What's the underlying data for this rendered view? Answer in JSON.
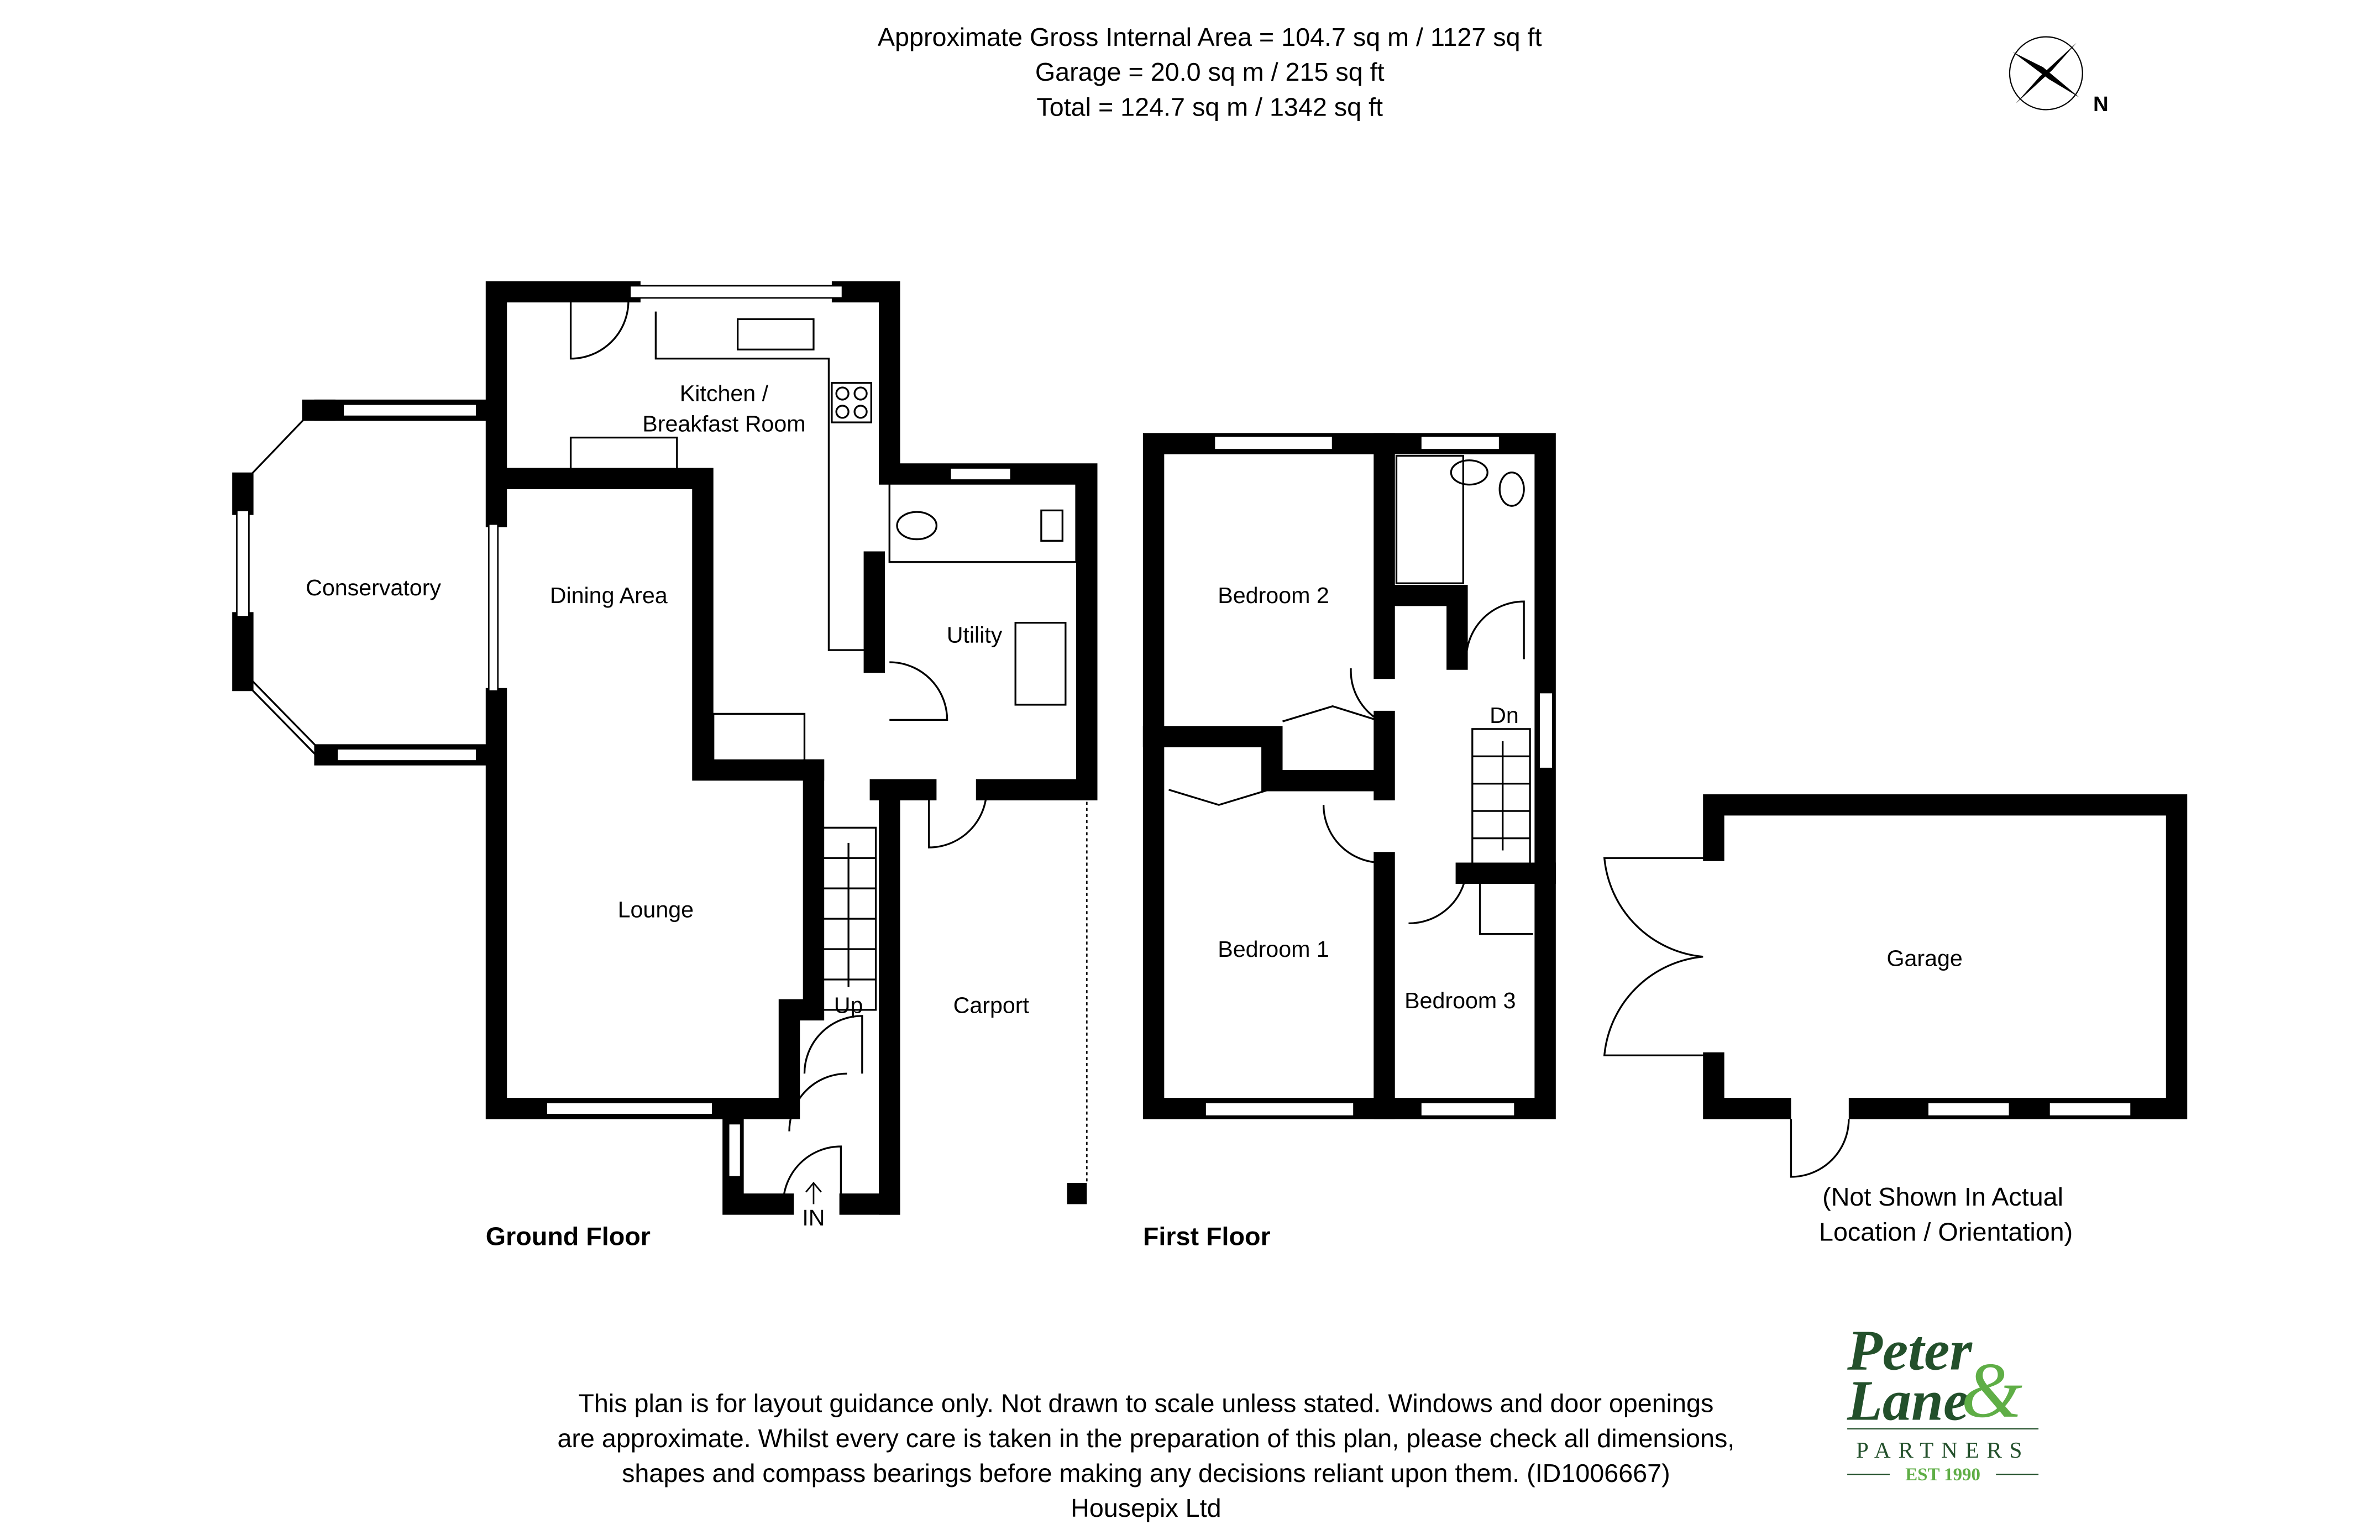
{
  "header": {
    "gross_area": "Approximate Gross Internal Area = 104.7 sq m / 1127 sq ft",
    "garage_area": "Garage = 20.0 sq m / 215 sq ft",
    "total_area": "Total = 124.7 sq m / 1342 sq ft"
  },
  "compass": {
    "icon": "compass-rose-icon",
    "label": "N"
  },
  "ground_floor": {
    "title": "Ground Floor",
    "rooms": {
      "kitchen_1": "Kitchen /",
      "kitchen_2": "Breakfast Room",
      "conservatory": "Conservatory",
      "dining": "Dining Area",
      "utility": "Utility",
      "lounge": "Lounge",
      "carport": "Carport",
      "stairs": "Up",
      "entrance": "IN"
    }
  },
  "first_floor": {
    "title": "First Floor",
    "rooms": {
      "bedroom2": "Bedroom 2",
      "bedroom1": "Bedroom 1",
      "bedroom3": "Bedroom 3",
      "stairs": "Dn"
    }
  },
  "garage": {
    "label": "Garage",
    "note_1": "(Not Shown In Actual",
    "note_2": "Location / Orientation)"
  },
  "disclaimer": {
    "line1": "This plan is for layout guidance only. Not drawn to scale unless stated. Windows and door openings",
    "line2": "are approximate. Whilst every care is taken in the preparation of this plan, please check all dimensions,",
    "line3": "shapes and compass bearings before making any decisions reliant upon them. (ID1006667)",
    "line4": "Housepix Ltd"
  },
  "logo": {
    "line1": "Peter",
    "line2": "Lane",
    "ampersand": "&",
    "partners": "PARTNERS",
    "est": "EST 1990",
    "colors": {
      "dark_green": "#23502b",
      "light_green": "#5fae46"
    }
  }
}
